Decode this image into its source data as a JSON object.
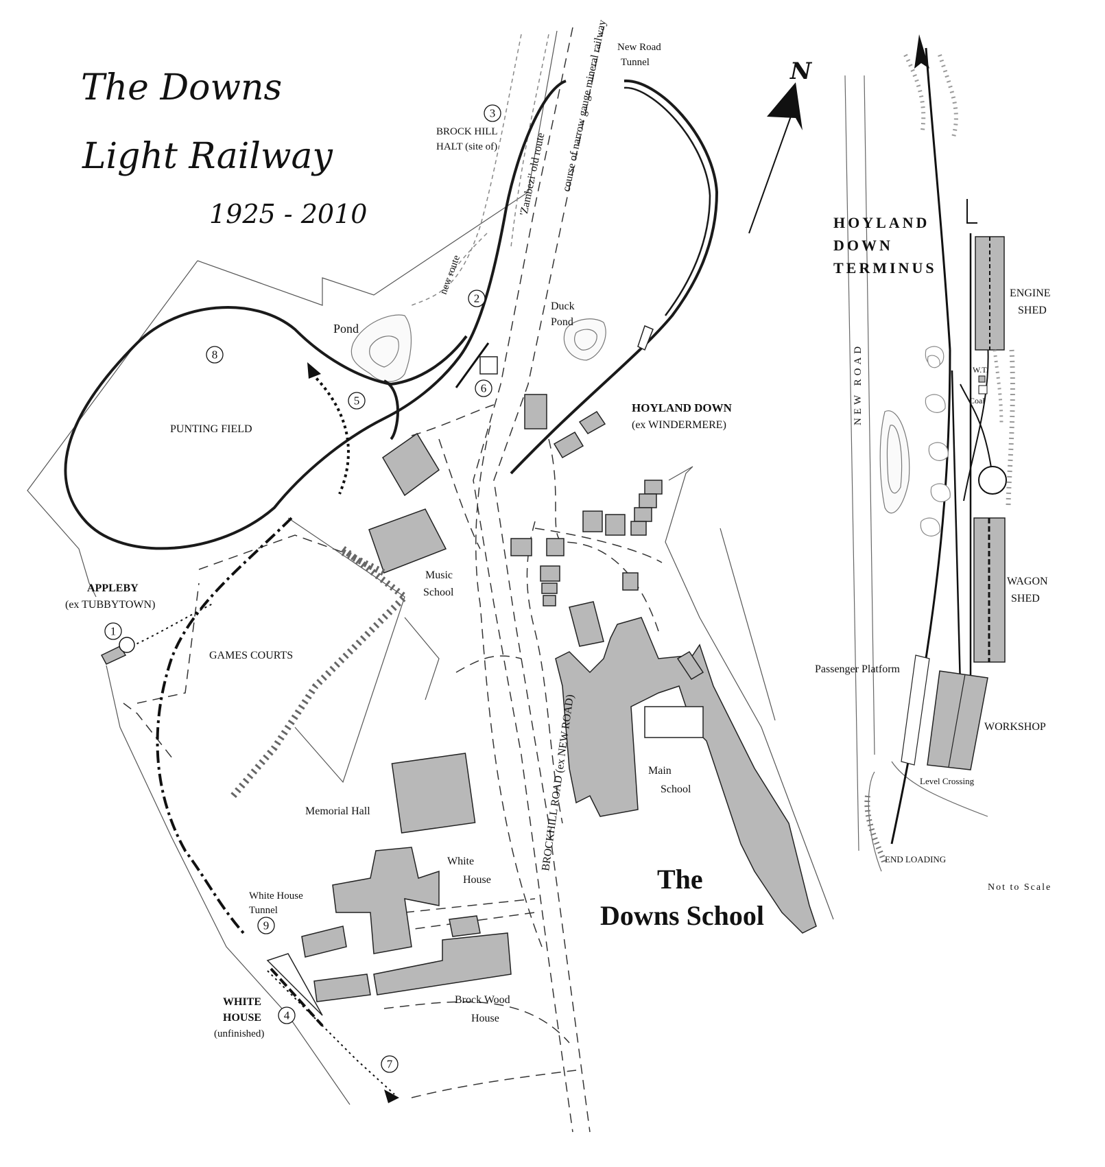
{
  "title": {
    "line1": "The Downs",
    "line2": "Light Railway",
    "years": "1925 - 2010"
  },
  "north": "N",
  "school_name": {
    "line1": "The",
    "line2": "Downs School"
  },
  "not_to_scale": "Not to Scale",
  "stations": {
    "appleby": {
      "name": "APPLEBY",
      "sub": "(ex TUBBYTOWN)"
    },
    "hoyland_down": {
      "name": "HOYLAND DOWN",
      "sub": "(ex WINDERMERE)"
    },
    "brock_hill": {
      "line1": "BROCK HILL",
      "line2": "HALT (site of)"
    },
    "white_house_stn": {
      "line1": "WHITE",
      "line2": "HOUSE",
      "line3": "(unfinished)"
    }
  },
  "places": {
    "new_road_tunnel": {
      "line1": "New Road",
      "line2": "Tunnel"
    },
    "pond": "Pond",
    "duck_pond": {
      "line1": "Duck",
      "line2": "Pond"
    },
    "punting_field": "PUNTING FIELD",
    "games_courts": "GAMES COURTS",
    "music_school": {
      "line1": "Music",
      "line2": "School"
    },
    "memorial_hall": "Memorial Hall",
    "main_school": {
      "line1": "Main",
      "line2": "School"
    },
    "white_house": {
      "line1": "White",
      "line2": "House"
    },
    "white_house_tunnel": {
      "line1": "White House",
      "line2": "Tunnel"
    },
    "brock_wood_house": {
      "line1": "Brock Wood",
      "line2": "House"
    },
    "brockhill_road": "BROCKHILL ROAD (ex NEW ROAD)",
    "zambezi_route": "'Zambezi' old route",
    "narrow_gauge": "course of narrow gauge mineral railway",
    "new_route": "new route"
  },
  "markers": [
    "1",
    "2",
    "3",
    "4",
    "5",
    "6",
    "7",
    "8",
    "9"
  ],
  "terminus": {
    "title": {
      "line1": "HOYLAND",
      "line2": "DOWN",
      "line3": "TERMINUS"
    },
    "new_road": "NEW ROAD",
    "engine_shed": {
      "line1": "ENGINE",
      "line2": "SHED"
    },
    "wt": "W.T.",
    "coal": "Coal",
    "wagon_shed": {
      "line1": "WAGON",
      "line2": "SHED"
    },
    "passenger_platform": "Passenger Platform",
    "workshop": "WORKSHOP",
    "level_crossing": "Level Crossing",
    "end_loading": "END LOADING"
  }
}
